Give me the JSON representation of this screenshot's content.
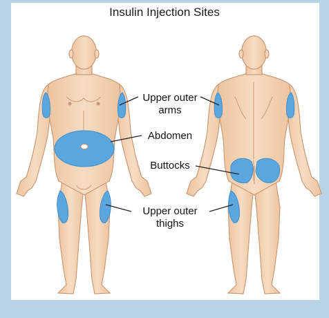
{
  "title": "Insulin Injection Sites",
  "labels": {
    "upper_outer_arms_line1": "Upper outer",
    "upper_outer_arms_line2": "arms",
    "abdomen": "Abdomen",
    "buttocks": "Buttocks",
    "upper_outer_thighs_line1": "Upper outer",
    "upper_outer_thighs_line2": "thighs"
  },
  "colors": {
    "background": "#b9d3e6",
    "panel": "#ffffff",
    "skin": "#f3d3b5",
    "skin_outline": "#c99a76",
    "injection_site": "#5aa7e0",
    "leader_line": "#222222"
  }
}
